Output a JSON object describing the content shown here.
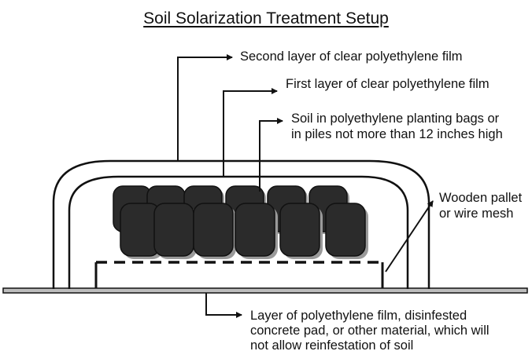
{
  "diagram": {
    "title": "Soil Solarization Treatment Setup",
    "labels": {
      "second_layer": "Second layer of clear polyethylene film",
      "first_layer": "First layer of clear polyethylene film",
      "soil": "Soil in polyethylene planting bags or\nin piles not more than 12 inches high",
      "pallet": "Wooden pallet\nor wire mesh",
      "base": "Layer of polyethylene film, disinfested\nconcrete pad, or other material, which will\nnot allow reinfestation of soil"
    },
    "colors": {
      "ink": "#111111",
      "bag_fill": "#2b2b2b",
      "bag_shadow": "#9a9a9a",
      "ground": "#bdbdbd"
    }
  }
}
